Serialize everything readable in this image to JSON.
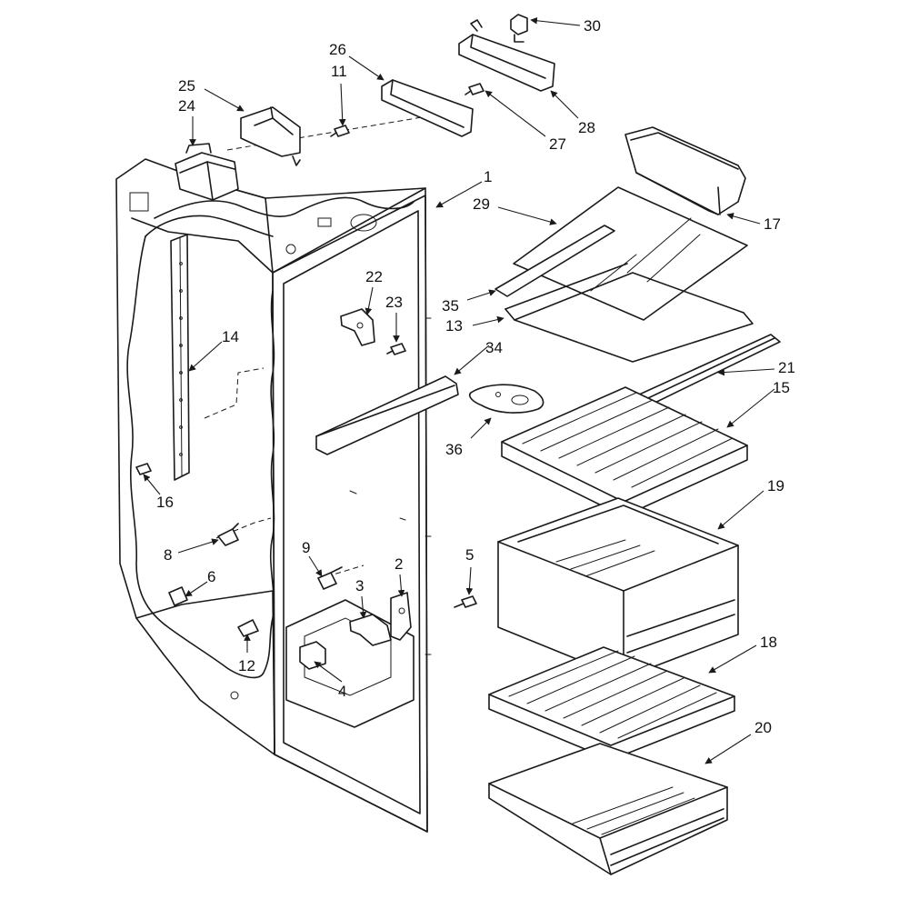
{
  "callouts": [
    {
      "id": "1",
      "label": "1"
    },
    {
      "id": "2",
      "label": "2"
    },
    {
      "id": "3",
      "label": "3"
    },
    {
      "id": "4",
      "label": "4"
    },
    {
      "id": "5",
      "label": "5"
    },
    {
      "id": "6",
      "label": "6"
    },
    {
      "id": "8",
      "label": "8"
    },
    {
      "id": "9",
      "label": "9"
    },
    {
      "id": "11",
      "label": "11"
    },
    {
      "id": "12",
      "label": "12"
    },
    {
      "id": "13",
      "label": "13"
    },
    {
      "id": "14",
      "label": "14"
    },
    {
      "id": "15",
      "label": "15"
    },
    {
      "id": "16",
      "label": "16"
    },
    {
      "id": "17",
      "label": "17"
    },
    {
      "id": "18",
      "label": "18"
    },
    {
      "id": "19",
      "label": "19"
    },
    {
      "id": "20",
      "label": "20"
    },
    {
      "id": "21",
      "label": "21"
    },
    {
      "id": "22",
      "label": "22"
    },
    {
      "id": "23",
      "label": "23"
    },
    {
      "id": "24",
      "label": "24"
    },
    {
      "id": "25",
      "label": "25"
    },
    {
      "id": "26",
      "label": "26"
    },
    {
      "id": "27",
      "label": "27"
    },
    {
      "id": "28",
      "label": "28"
    },
    {
      "id": "29",
      "label": "29"
    },
    {
      "id": "30",
      "label": "30"
    },
    {
      "id": "34",
      "label": "34"
    },
    {
      "id": "35",
      "label": "35"
    },
    {
      "id": "36",
      "label": "36"
    }
  ]
}
